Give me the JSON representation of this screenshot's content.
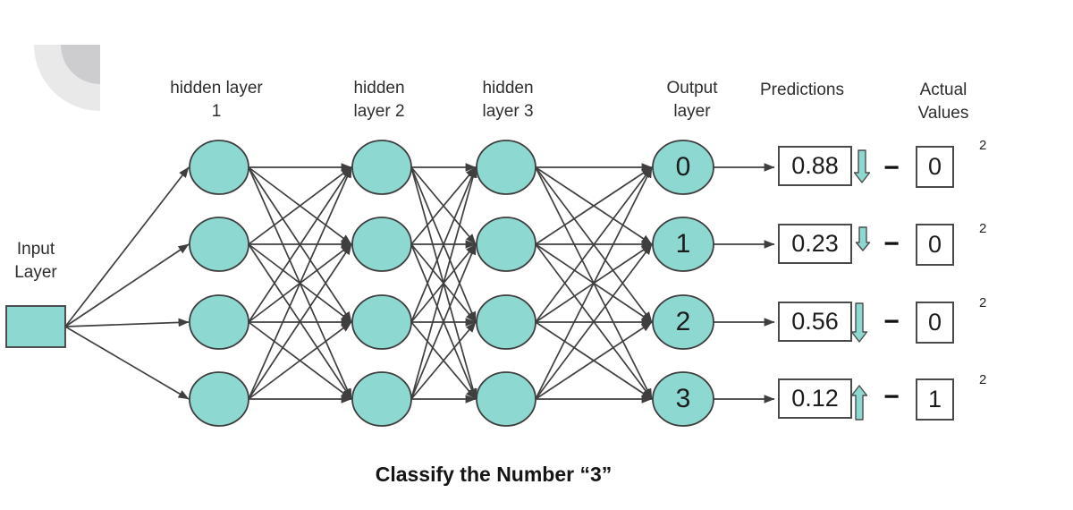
{
  "title": "Classify the Number “3”",
  "labels": {
    "input": "Input\nLayer",
    "hidden1": "hidden layer\n1",
    "hidden2": "hidden\nlayer 2",
    "hidden3": "hidden\nlayer 3",
    "output": "Output\nlayer",
    "predictions": "Predictions",
    "actual": "Actual\nValues"
  },
  "network": {
    "input_nodes": 1,
    "hidden_layers": 3,
    "nodes_per_hidden_layer": 4,
    "output_nodes": 4
  },
  "operator_minus": "−",
  "rows": [
    {
      "output_label": "0",
      "prediction": "0.88",
      "trend": "down",
      "trend_size": "large",
      "actual": "0",
      "exponent": "2"
    },
    {
      "output_label": "1",
      "prediction": "0.23",
      "trend": "down",
      "trend_size": "small",
      "actual": "0",
      "exponent": "2"
    },
    {
      "output_label": "2",
      "prediction": "0.56",
      "trend": "down",
      "trend_size": "large",
      "actual": "0",
      "exponent": "2"
    },
    {
      "output_label": "3",
      "prediction": "0.12",
      "trend": "up",
      "trend_size": "large",
      "actual": "1",
      "exponent": "2"
    }
  ],
  "colors": {
    "node_fill": "#8DD8D0",
    "node_stroke": "#3E3E3E",
    "edge": "#3F3F3F",
    "trend_arrow_fill": "#8DD8D0",
    "trend_arrow_stroke": "#4C4C4C",
    "box_border": "#4A4A4A",
    "text": "#2D2D2D",
    "decor_light": "#E9E9EA",
    "decor_dark": "#CDCDCF"
  }
}
